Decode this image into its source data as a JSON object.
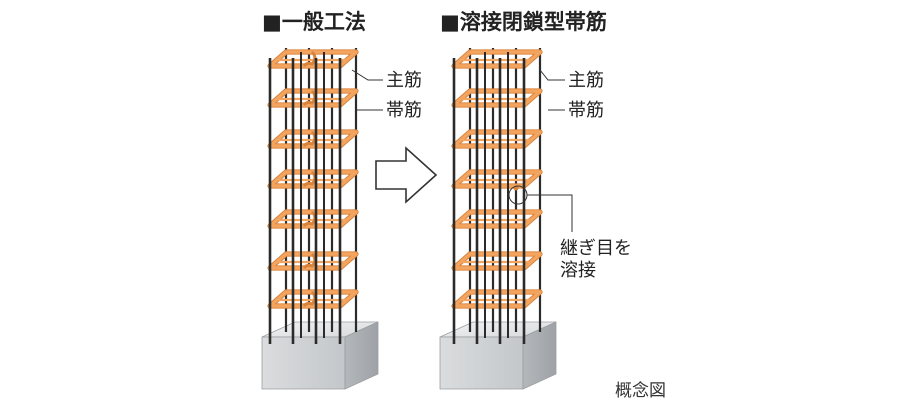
{
  "left_panel": {
    "heading": "■一般工法",
    "callouts": {
      "main_bar": "主筋",
      "hoop": "帯筋"
    }
  },
  "right_panel": {
    "heading": "■溶接閉鎖型帯筋",
    "callouts": {
      "main_bar": "主筋",
      "hoop": "帯筋",
      "weld_line1": "継ぎ目を",
      "weld_line2": "溶接"
    }
  },
  "caption": "概念図",
  "colors": {
    "hoop": "#f3a45f",
    "hoop_dark": "#d9823a",
    "bar": "#2b2b2b",
    "base_light": "#e4e6e8",
    "base_mid": "#c9cccf",
    "base_dark": "#a8acb0"
  },
  "icons": {
    "transition": "arrow-right-icon"
  }
}
